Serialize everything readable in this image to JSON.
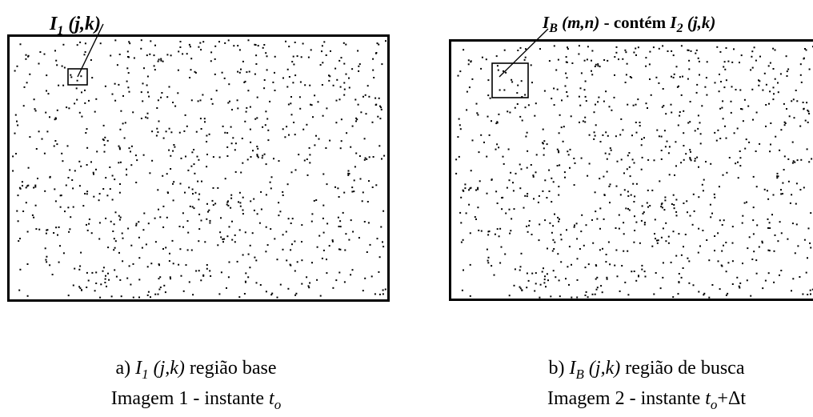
{
  "panel_a": {
    "label": {
      "symbol": "I",
      "sub": "1",
      "args": "(j,k)"
    },
    "caption": {
      "prefix": "a) ",
      "symbol": "I",
      "sub": "1",
      "args": " (j,k)",
      "suffix": " região base",
      "line2_text": "Imagem 1 - instante ",
      "line2_time": "t",
      "line2_time_sub": "o",
      "line2_extra": ""
    }
  },
  "panel_b": {
    "label": {
      "symbol": "I",
      "sub": "B",
      "args": "(m,n)",
      "mid": " - contém ",
      "symbol2": "I",
      "sub2": "2",
      "args2": " (j,k)"
    },
    "caption": {
      "prefix": "b) ",
      "symbol": "I",
      "sub": "B",
      "args": " (j,k)",
      "suffix": " região de busca",
      "line2_text": "Imagem 2 - instante ",
      "line2_time": "t",
      "line2_time_sub": "o",
      "line2_extra": "+Δt"
    }
  }
}
